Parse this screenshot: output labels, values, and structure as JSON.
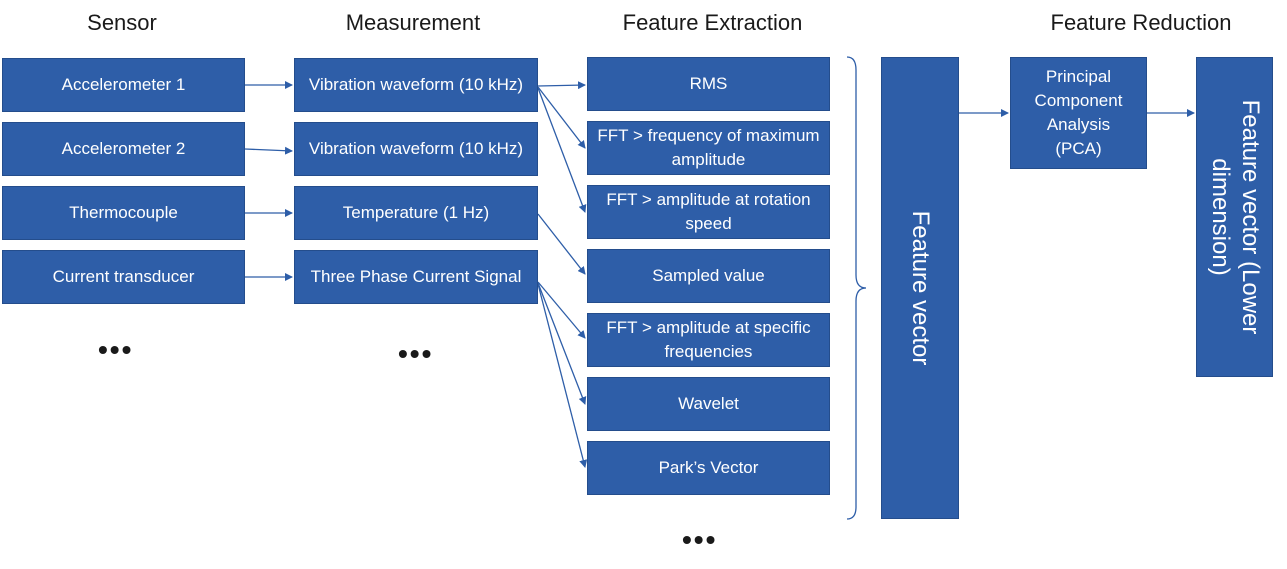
{
  "headings": {
    "sensor": "Sensor",
    "measurement": "Measurement",
    "feature_extraction": "Feature Extraction",
    "feature_reduction": "Feature Reduction"
  },
  "sensors": [
    "Accelerometer 1",
    "Accelerometer 2",
    "Thermocouple",
    "Current transducer"
  ],
  "measurements": [
    "Vibration waveform (10 kHz)",
    "Vibration waveform (10 kHz)",
    "Temperature (1 Hz)",
    "Three Phase Current Signal"
  ],
  "features": [
    "RMS",
    "FFT > frequency of maximum amplitude",
    "FFT > amplitude at rotation speed",
    "Sampled value",
    "FFT > amplitude at specific frequencies",
    "Wavelet",
    "Park’s Vector"
  ],
  "feature_vector": "Feature vector",
  "pca": "Principal Component Analysis (PCA)",
  "reduced_vector": "Feature vector (Lower dimension)",
  "ellipsis": "•••",
  "colors": {
    "box": "#2e5ea8",
    "arrow": "#2e5ea8",
    "text": "#ffffff"
  }
}
